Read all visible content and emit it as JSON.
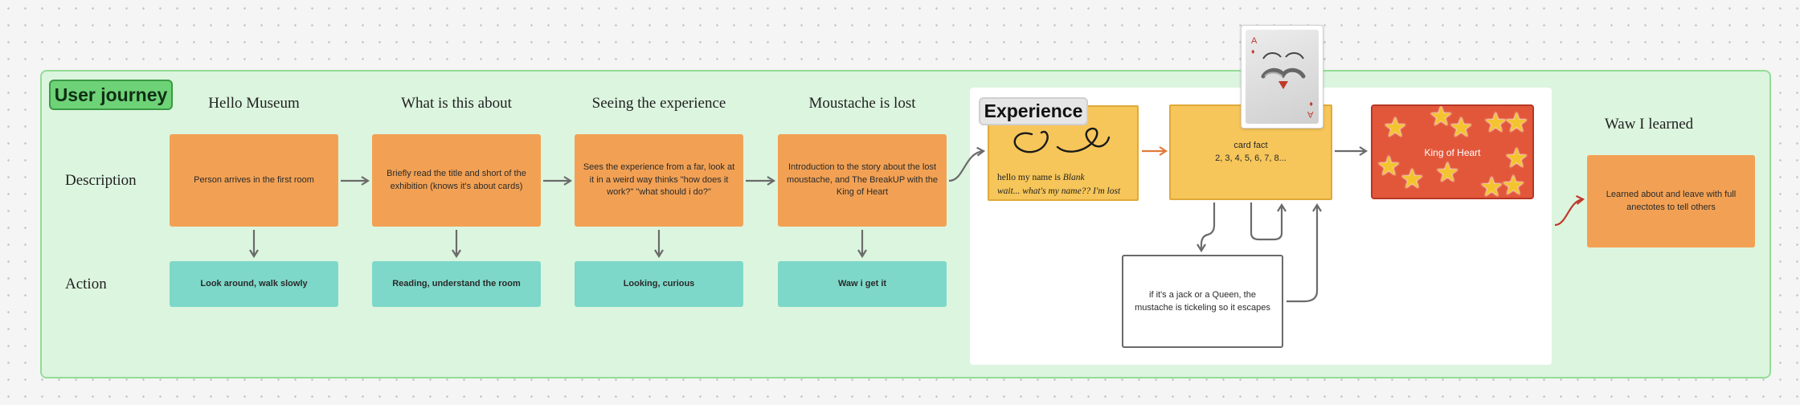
{
  "journey": {
    "tag": "User journey"
  },
  "rows": {
    "description": "Description",
    "action": "Action"
  },
  "stages": [
    {
      "title": "Hello Museum",
      "description": "Person arrives in the first room",
      "action": "Look around, walk slowly"
    },
    {
      "title": "What is this about",
      "description": "Briefly read the title and short of the exhibition (knows it's about cards)",
      "action": "Reading, understand the room"
    },
    {
      "title": "Seeing the experience",
      "description": "Sees the experience from a far, look at it in a weird way thinks \"how does it work?\" \"what should i do?\"",
      "action": "Looking, curious"
    },
    {
      "title": "Moustache is lost",
      "description": "Introduction to the story about the lost moustache, and The BreakUP with the King of Heart",
      "action": "Waw i get it"
    }
  ],
  "experience": {
    "tag": "Experience",
    "moustache_note": {
      "line1_prefix": "hello my name is ",
      "line1_name": "Blank",
      "line2": "wait... what's my name?? I'm lost"
    },
    "card_fact": {
      "title": "card fact",
      "values": "2, 3, 4, 5, 6, 7, 8..."
    },
    "queen_note": "if it's a jack or a Queen, the mustache is tickeling so it escapes",
    "king_card": "King of Heart",
    "playing_card": {
      "rank": "A",
      "suit": "♦"
    }
  },
  "final_stage": {
    "title": "Waw I learned",
    "description": "Learned about and leave with full anectotes to tell others"
  },
  "colors": {
    "frame": "#dcf5df",
    "frame_border": "#93dc96",
    "tag_green": "#6ed277",
    "orange": "#f2a154",
    "teal": "#7ed8c9",
    "yellow": "#f6c65a",
    "king_red": "#e2573a",
    "star": "#f4c430",
    "accent_arrow": "#e07a3a",
    "final_arrow": "#c0392b"
  }
}
